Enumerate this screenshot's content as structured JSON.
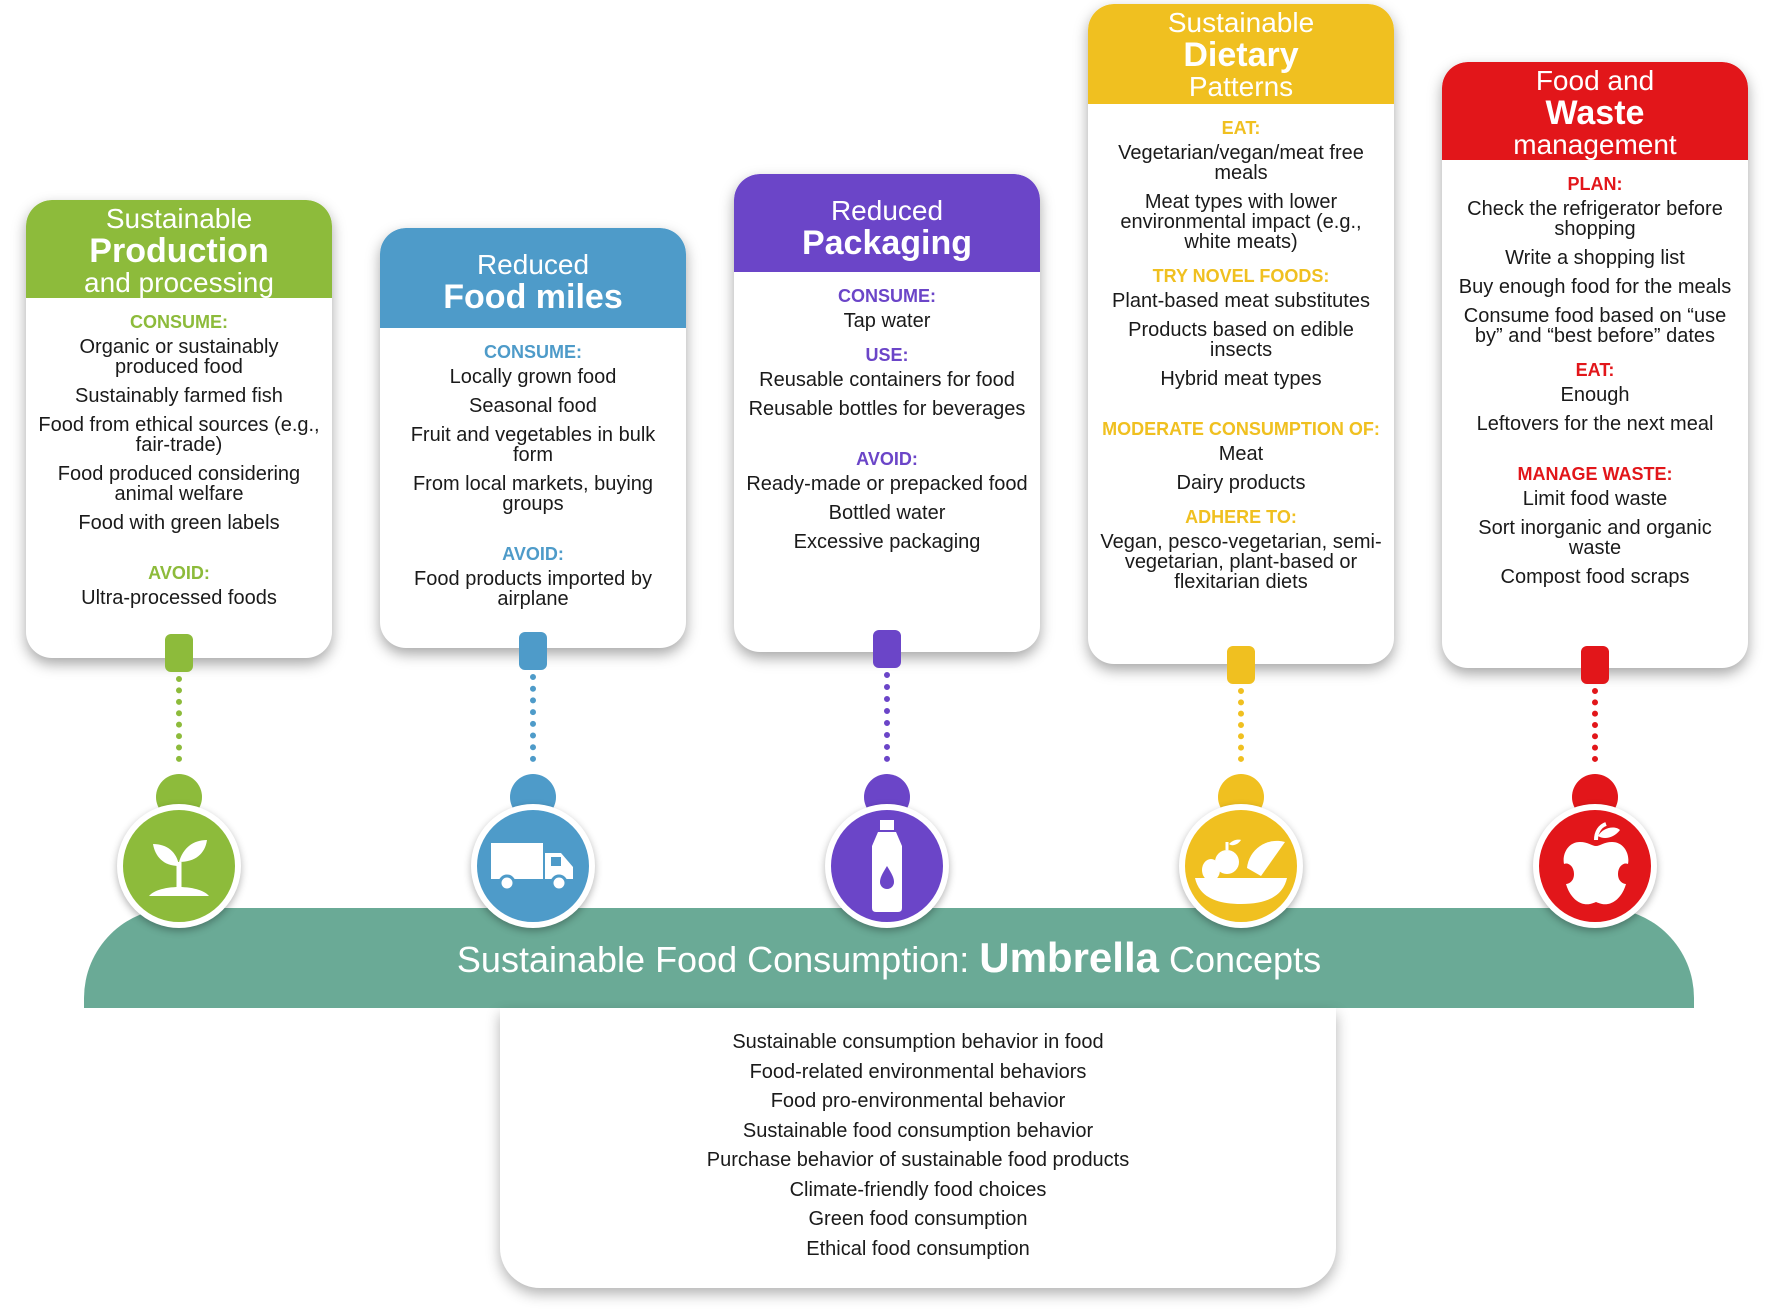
{
  "colors": {
    "production": "#8dbb3b",
    "food_miles": "#4e9bc9",
    "packaging": "#6b45c8",
    "dietary": "#f0c020",
    "waste": "#e2161a",
    "banner": "#6aaa96"
  },
  "cards": [
    {
      "id": "production",
      "head": {
        "l1": "Sustainable",
        "l2": "Production",
        "l3": "and processing"
      },
      "sections": [
        {
          "label": "CONSUME:",
          "items": [
            "Organic or sustainably produced food",
            "Sustainably farmed fish",
            "Food from ethical sources (e.g., fair-trade)",
            "Food produced considering animal welfare",
            "Food with green labels"
          ]
        },
        {
          "label": "AVOID:",
          "items": [
            "Ultra-processed foods"
          ]
        }
      ],
      "icon": "plant-sprout-icon"
    },
    {
      "id": "food_miles",
      "head": {
        "l1": "Reduced",
        "l2": "Food miles",
        "l3": ""
      },
      "sections": [
        {
          "label": "CONSUME:",
          "items": [
            "Locally grown food",
            "Seasonal food",
            "Fruit and vegetables in bulk form",
            "From local markets, buying groups"
          ]
        },
        {
          "label": "AVOID:",
          "items": [
            "Food products imported by airplane"
          ]
        }
      ],
      "icon": "delivery-truck-icon"
    },
    {
      "id": "packaging",
      "head": {
        "l1": "Reduced",
        "l2": "Packaging",
        "l3": ""
      },
      "sections": [
        {
          "label": "CONSUME:",
          "items": [
            "Tap water"
          ]
        },
        {
          "label": "USE:",
          "items": [
            "Reusable containers for food",
            "Reusable bottles for beverages"
          ]
        },
        {
          "label": "AVOID:",
          "items": [
            "Ready-made or prepacked food",
            "Bottled water",
            "Excessive packaging"
          ]
        }
      ],
      "icon": "water-bottle-icon"
    },
    {
      "id": "dietary",
      "head": {
        "l1": "Sustainable",
        "l2": "Dietary",
        "l3": "Patterns"
      },
      "sections": [
        {
          "label": "EAT:",
          "items": [
            "Vegetarian/vegan/meat free meals",
            "Meat types with lower environmental impact (e.g., white meats)"
          ]
        },
        {
          "label": "TRY NOVEL FOODS:",
          "items": [
            "Plant-based meat substitutes",
            "Products based on edible insects",
            "Hybrid meat types"
          ]
        },
        {
          "label": "MODERATE CONSUMPTION OF:",
          "items": [
            "Meat",
            "Dairy products"
          ]
        },
        {
          "label": "ADHERE TO:",
          "items": [
            "Vegan, pesco-vegetarian, semi-vegetarian, plant-based or flexitarian diets"
          ]
        }
      ],
      "icon": "fruit-bowl-icon"
    },
    {
      "id": "waste",
      "head": {
        "l1": "Food and",
        "l2": "Waste",
        "l3": "management"
      },
      "sections": [
        {
          "label": "PLAN:",
          "items": [
            "Check the refrigerator before shopping",
            "Write a shopping list",
            "Buy enough food for the meals",
            "Consume food based on “use by” and “best before” dates"
          ]
        },
        {
          "label": "EAT:",
          "items": [
            "Enough",
            "Leftovers for the next meal"
          ]
        },
        {
          "label": "MANAGE WASTE:",
          "items": [
            "Limit food waste",
            "Sort inorganic and organic waste",
            "Compost food scraps"
          ]
        }
      ],
      "icon": "apple-core-icon"
    }
  ],
  "banner": {
    "text_regular": "Sustainable Food Consumption: ",
    "text_bold": "Umbrella",
    "text_end": " Concepts"
  },
  "umbrella_concepts": [
    "Sustainable consumption behavior in food",
    "Food-related environmental behaviors",
    "Food pro-environmental behavior",
    "Sustainable food consumption behavior",
    "Purchase behavior of sustainable food products",
    "Climate-friendly food choices",
    "Green food consumption",
    "Ethical food consumption"
  ]
}
